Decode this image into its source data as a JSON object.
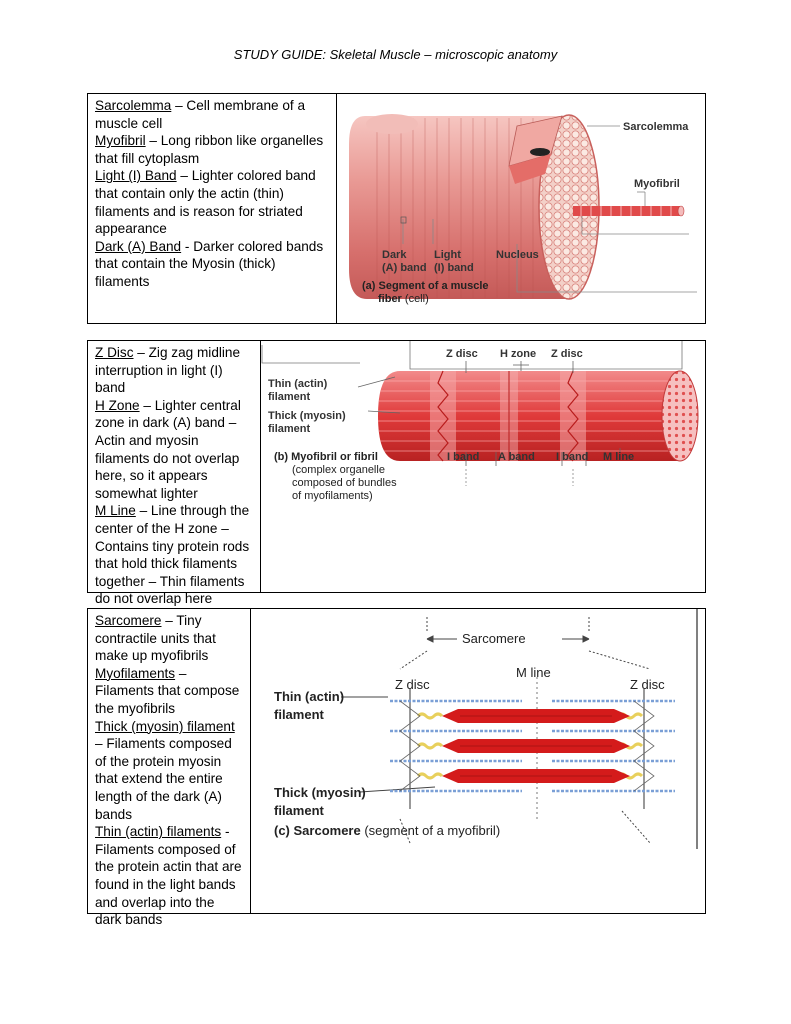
{
  "page_title": "STUDY GUIDE: Skeletal Muscle – microscopic anatomy",
  "row1": {
    "entries": [
      {
        "term": "Sarcolemma",
        "desc": " – Cell membrane of a muscle cell"
      },
      {
        "term": "Myofibril",
        "desc": " – Long ribbon like organelles that fill cytoplasm"
      },
      {
        "term": "Light (I) Band",
        "desc": " – Lighter colored band that contain only the actin (thin) filaments and is reason for striated appearance"
      },
      {
        "term": "Dark (A) Band",
        "desc": " -  Darker colored bands that contain the Myosin (thick) filaments"
      }
    ],
    "figure": {
      "label_sarcolemma": "Sarcolemma",
      "label_myofibril": "Myofibril",
      "label_dark": "Dark",
      "label_dark2": "(A) band",
      "label_light": "Light",
      "label_light2": "(I) band",
      "label_nucleus": "Nucleus",
      "caption_bold": "(a) Segment of a muscle",
      "caption_bold2": "fiber",
      "caption_normal": " (cell)"
    }
  },
  "row2": {
    "entries": [
      {
        "term": "Z Disc",
        "desc": " – Zig zag midline interruption in light (I) band"
      },
      {
        "term": "H Zone",
        "desc": " – Lighter central zone in dark (A) band – Actin and myosin filaments do not overlap here, so it appears somewhat lighter"
      },
      {
        "term": "M Line",
        "desc": " – Line through the center of the H zone – Contains tiny protein rods that hold thick filaments together – Thin filaments do not overlap here"
      }
    ],
    "figure": {
      "label_thin1": "Thin (actin)",
      "label_thin2": "filament",
      "label_thick1": "Thick (myosin)",
      "label_thick2": "filament",
      "label_zdisc_a": "Z disc",
      "label_hzone": "H zone",
      "label_zdisc_b": "Z disc",
      "label_iband_a": "I band",
      "label_aband": "A band",
      "label_iband_b": "I band",
      "label_mline": "M line",
      "caption_l1": "(b) Myofibril or fibril",
      "caption_l2": "(complex organelle",
      "caption_l3": "composed of bundles",
      "caption_l4": "of myofilaments)"
    }
  },
  "row3": {
    "entries": [
      {
        "term": "Sarcomere",
        "desc": " – Tiny contractile units that make up myofibrils"
      },
      {
        "term": "Myofilaments",
        "desc": " – Filaments that compose the myofibrils"
      },
      {
        "term": "Thick (myosin) filament",
        "desc": " – Filaments composed of the protein myosin that extend the entire length of the dark (A) bands"
      },
      {
        "term": "Thin (actin) filaments",
        "desc": " - Filaments composed of the protein actin that are found in the light bands and overlap into the dark bands"
      }
    ],
    "figure": {
      "label_sarcomere": "Sarcomere",
      "label_mline": "M line",
      "label_zdisc_a": "Z disc",
      "label_zdisc_b": "Z disc",
      "label_thin1": "Thin (actin)",
      "label_thin2": "filament",
      "label_thick1": "Thick (myosin)",
      "label_thick2": "filament",
      "caption_bold": "(c) Sarcomere",
      "caption_normal": " (segment of a myofibril)"
    }
  },
  "colors": {
    "muscle_light": "#f4b7b2",
    "muscle_mid": "#e58a86",
    "muscle_dark": "#c94b4b",
    "myosin_red": "#d41b1b",
    "actin_blue": "#7a9fd6",
    "actin_yellow": "#f0dc6c"
  }
}
